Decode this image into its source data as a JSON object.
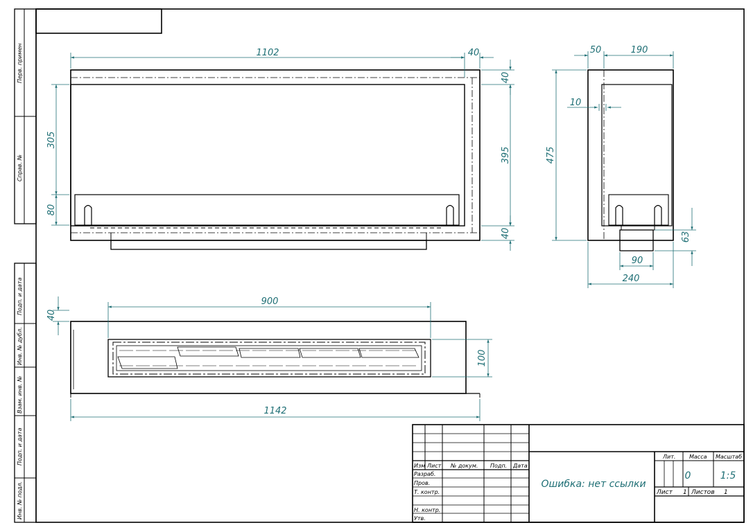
{
  "drawing": {
    "front_view": {
      "dim_length": "1102",
      "dim_offset": "40",
      "dim_top": "40",
      "dim_height_right": "395",
      "dim_bottom": "40",
      "dim_height_left": "305",
      "dim_base": "80"
    },
    "side_view": {
      "dim_front": "50",
      "dim_depth": "190",
      "dim_wall": "10",
      "dim_height": "475",
      "dim_leg": "63",
      "dim_leg_width": "90",
      "dim_total_depth": "240"
    },
    "top_view": {
      "dim_inner": "900",
      "dim_edge": "40",
      "dim_slot": "100",
      "dim_total": "1142"
    }
  },
  "side_stamp": {
    "perv_primen": "Перв. примен",
    "sprav_no": "Справ. №",
    "podp_data_1": "Подп. и дата",
    "inv_dubl": "Инв. № дубл.",
    "vzam_inv": "Взам. инв. №",
    "podp_data_2": "Подп. и дата",
    "inv_podl": "Инв. № подл."
  },
  "title_block": {
    "izm": "Изм",
    "list": "Лист",
    "n_dokum": "№ докум.",
    "podp": "Подп.",
    "data": "Дата",
    "razrab": "Разраб.",
    "prov": "Пров.",
    "t_kontr": "Т. контр.",
    "n_kontr": "Н. контр.",
    "utv": "Утв.",
    "designation": "Ошибка: нет ссылки",
    "lit": "Лит.",
    "massa": "Масса",
    "masshtab": "Масштаб",
    "mass_value": "0",
    "scale_value": "1:5",
    "sheet_label": "Лист",
    "sheet_value": "1",
    "sheets_label": "Листов",
    "sheets_value": "1"
  }
}
